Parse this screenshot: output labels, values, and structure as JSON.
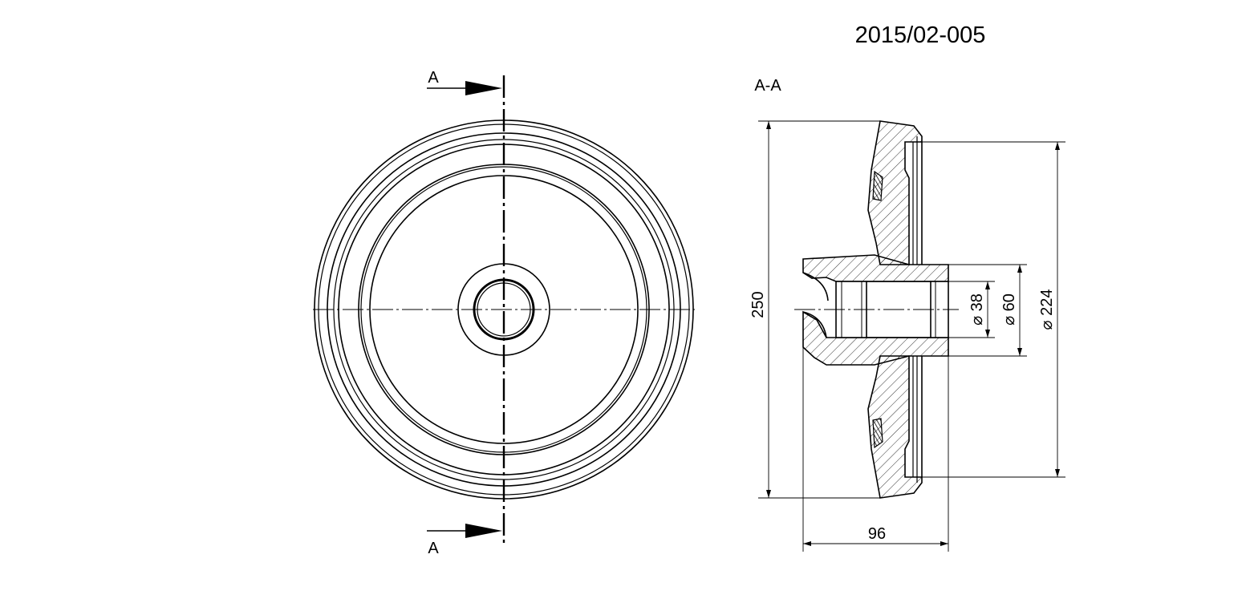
{
  "drawing": {
    "number": "2015/02-005",
    "section_marker": "A",
    "section_title": "A-A"
  },
  "dimensions": {
    "outer_diameter": "250",
    "tire_diameter": "⌀ 224",
    "hub_diameter": "⌀ 60",
    "bore_diameter": "⌀ 38",
    "hub_width": "96"
  },
  "colors": {
    "line": "#000000",
    "background": "#ffffff"
  }
}
